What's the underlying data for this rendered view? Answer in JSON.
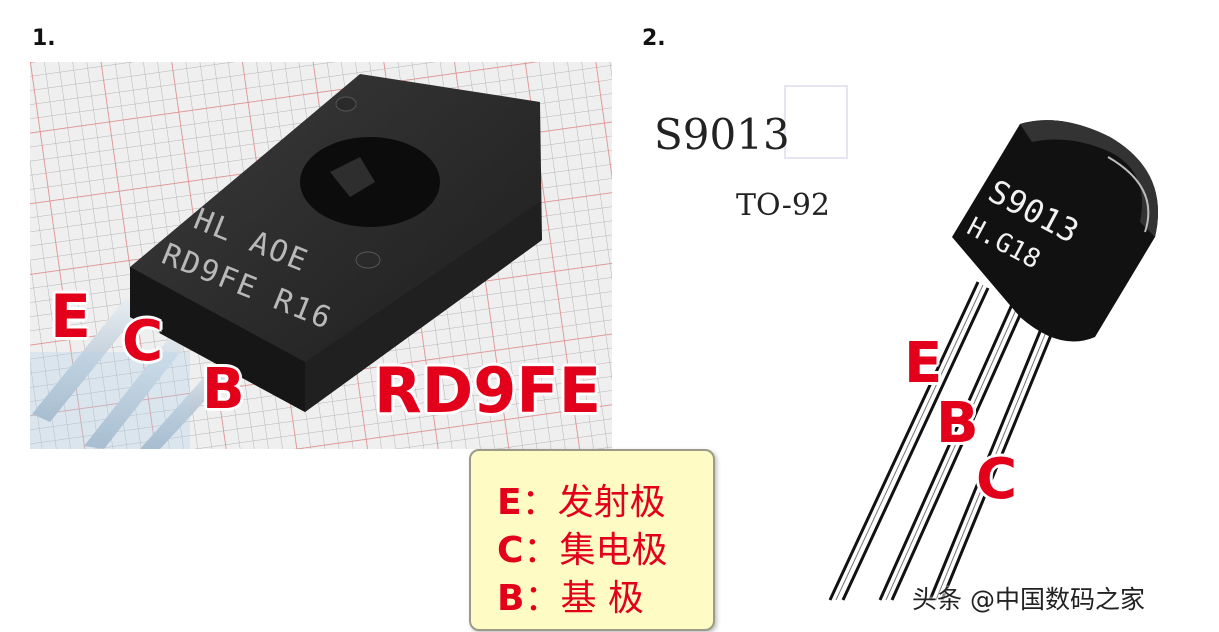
{
  "panel1": {
    "number": "1.",
    "chip_lines": [
      "HL   AOE",
      "RD9FE R16"
    ],
    "labels": {
      "e": "E",
      "c": "C",
      "b": "B"
    },
    "part_name": "RD9FE"
  },
  "panel2": {
    "number": "2.",
    "part_name": "S9013",
    "package": "TO-92",
    "chip_marking": "S9013",
    "chip_marking2": "H.G18",
    "labels": {
      "e": "E",
      "b": "B",
      "c": "C"
    }
  },
  "legend": [
    {
      "key": "E",
      "sep": "：",
      "value": "发射极"
    },
    {
      "key": "C",
      "sep": "：",
      "value": "集电极"
    },
    {
      "key": "B",
      "sep": "：",
      "value": "基 极"
    }
  ],
  "watermark": "头条 @中国数码之家",
  "colors": {
    "label_red": "#e3001b",
    "legend_bg": "#fefcc4"
  }
}
